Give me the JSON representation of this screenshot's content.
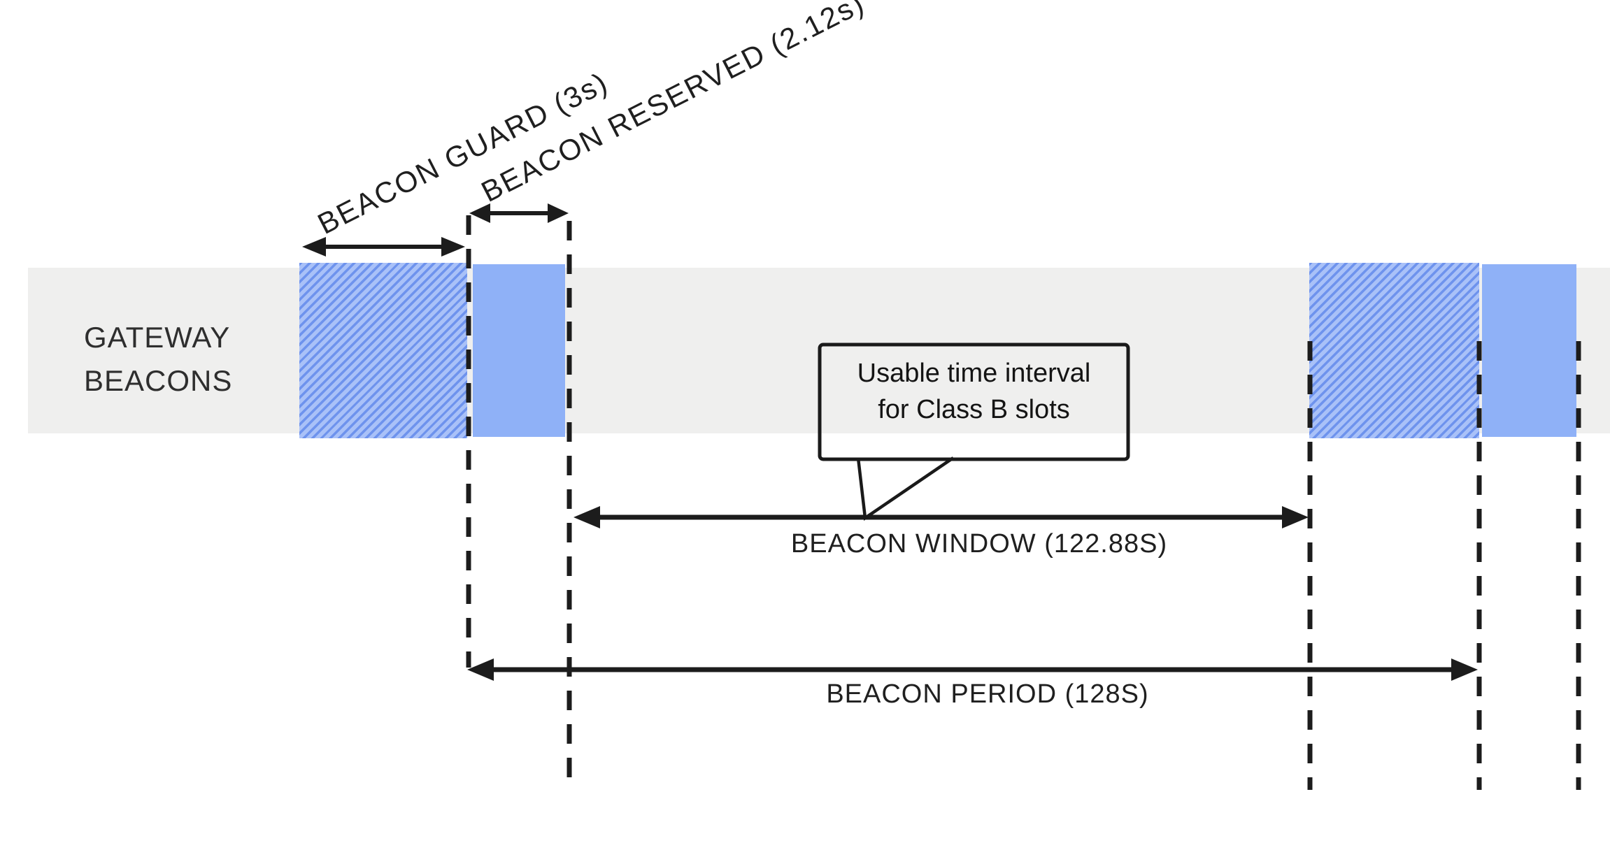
{
  "diagram": {
    "title_context": "LoRaWAN Class B gateway beacon timing",
    "lane_label": {
      "line1": "GATEWAY",
      "line2": "BEACONS"
    },
    "segments": {
      "guard": {
        "label": "BEACON GUARD (3s)",
        "duration_s": 3
      },
      "reserved": {
        "label": "BEACON RESERVED (2.12s)",
        "duration_s": 2.12
      },
      "window": {
        "label": "BEACON WINDOW (122.88S)",
        "duration_s": 122.88
      },
      "period": {
        "label": "BEACON PERIOD (128S)",
        "duration_s": 128
      }
    },
    "callout": {
      "line1": "Usable time interval",
      "line2": "for Class B slots"
    },
    "colors": {
      "lane_band": "#efefee",
      "beacon_solid_blue": "#8fb1f7",
      "beacon_hatch_dark": "#6e93ed",
      "beacon_hatch_light": "#a9c1f8",
      "line_black": "#1c1c1c",
      "text": "#262626"
    }
  }
}
